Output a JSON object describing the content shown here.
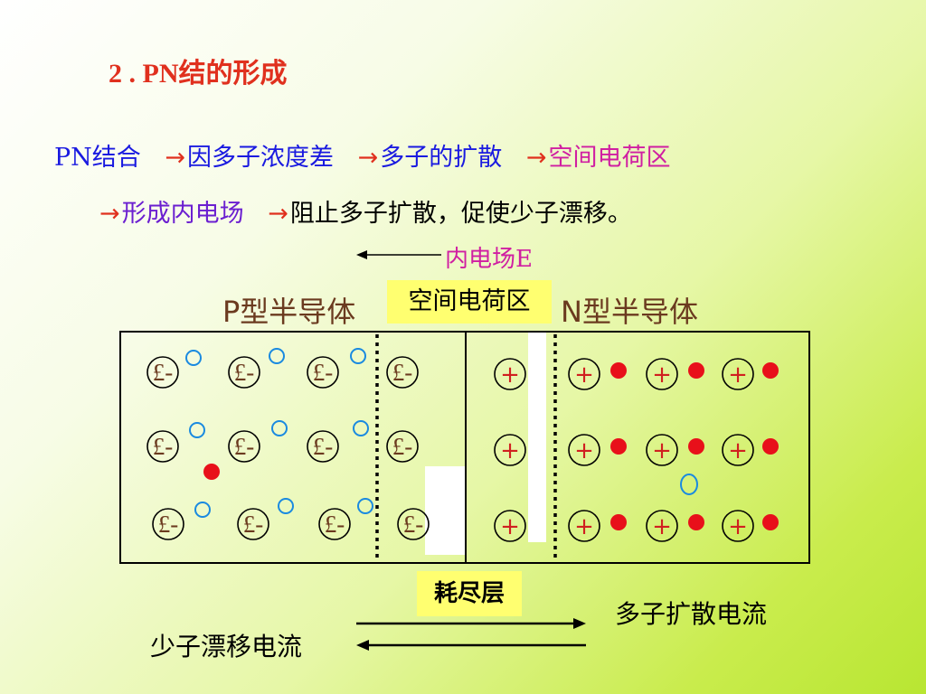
{
  "title": "2 . PN结的形成",
  "row1": {
    "start": "PN结合",
    "arrow": "→",
    "step1": "因多子浓度差",
    "step2": "多子的扩散",
    "step3": "空间电荷区"
  },
  "row2": {
    "arrow": "→",
    "step4": "形成内电场",
    "step5": "阻止多子扩散，促使少子漂移。"
  },
  "field_label": "内电场E",
  "p_region_label": "P型半导体",
  "n_region_label": "N型半导体",
  "space_charge_badge": "空间电荷区",
  "depletion_badge": "耗尽层",
  "diffusion_current_label": "多子扩散电流",
  "drift_current_label": "少子漂移电流",
  "diagram": {
    "acceptor_symbol": "£-",
    "donor_symbol": "+",
    "colors": {
      "ion": "#6b3a1f",
      "hole": "#1a8ae0",
      "electron": "#e8101a",
      "donor": "#d02020"
    }
  }
}
